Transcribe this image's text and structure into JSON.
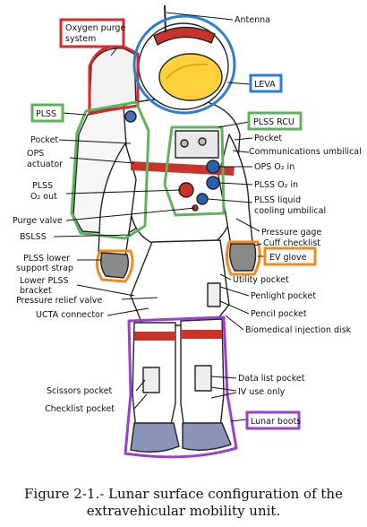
{
  "colors": {
    "red": "#d42a2a",
    "blue": "#2a7fd4",
    "green": "#5fb25f",
    "orange": "#ef8a1f",
    "purple": "#9b3fd0",
    "visor": "#ffd23d",
    "stripe": "#c8342a",
    "boot": "#8a93b8"
  },
  "boxed_labels": {
    "oxygen_purge_l1": "Oxygen purge",
    "oxygen_purge_l2": "system",
    "leva": "LEVA",
    "plss": "PLSS",
    "plss_rcu": "PLSS RCU",
    "ev_glove": "EV glove",
    "lunar_boots": "Lunar boots"
  },
  "labels": {
    "antenna": "Antenna",
    "pocket_left": "Pocket",
    "ops_actuator_l1": "OPS",
    "ops_actuator_l2": "actuator",
    "plss_o2_out_l1": "PLSS",
    "plss_o2_out_l2": "O₂ out",
    "purge_valve": "Purge valve",
    "bslss": "BSLSS",
    "plss_lower_strap_l1": "PLSS lower",
    "plss_lower_strap_l2": "support strap",
    "lower_plss_bracket_l1": "Lower PLSS",
    "lower_plss_bracket_l2": "bracket",
    "pressure_relief_valve": "Pressure relief valve",
    "ucta_connector": "UCTA connector",
    "pocket_right": "Pocket",
    "communications_umbilical": "Communications umbilical",
    "ops_o2_in": "OPS O₂ in",
    "plss_o2_in": "PLSS O₂ in",
    "plss_liquid_l1": "PLSS liquid",
    "plss_liquid_l2": "cooling umbilical",
    "pressure_gage": "Pressure gage",
    "cuff_checklist": "Cuff checklist",
    "utility_pocket": "Utility pocket",
    "penlight_pocket": "Penlight pocket",
    "pencil_pocket": "Pencil pocket",
    "biomedical_injection_disk": "Biomedical injection disk",
    "data_list_pocket": "Data list pocket",
    "iv_use_only": "IV use only",
    "scissors_pocket": "Scissors pocket",
    "checklist_pocket": "Checklist pocket"
  },
  "caption": {
    "line1": "Figure 2-1.- Lunar surface configuration of the",
    "line2": "extravehicular mobility unit."
  }
}
